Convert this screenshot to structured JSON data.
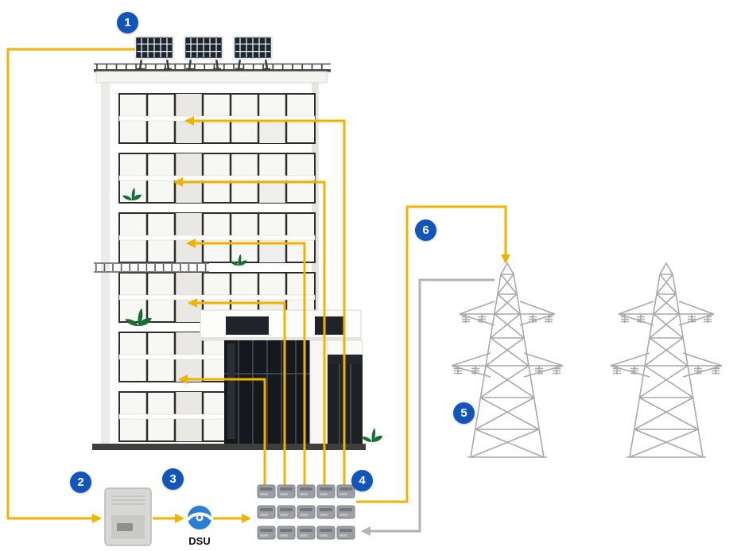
{
  "diagram": {
    "badges": [
      {
        "label": "1"
      },
      {
        "label": "2"
      },
      {
        "label": "3"
      },
      {
        "label": "4"
      },
      {
        "label": "5"
      },
      {
        "label": "6"
      }
    ],
    "dsu_label": "DSU",
    "colors": {
      "flow_accent_yellow": "#F1B200",
      "return_gray": "#B3B3B3",
      "badge_blue": "#1356BB",
      "plant_green": "#166F35",
      "logo_blue": "#2A7FD4"
    },
    "components": {
      "badge_1": "rooftop-solar-panels",
      "badge_2": "inverter",
      "badge_3": "dsu-communication-unit",
      "badge_4": "energy-meter-bank",
      "badge_5": "utility-grid-towers",
      "badge_6": "grid-feed-in-line"
    }
  }
}
